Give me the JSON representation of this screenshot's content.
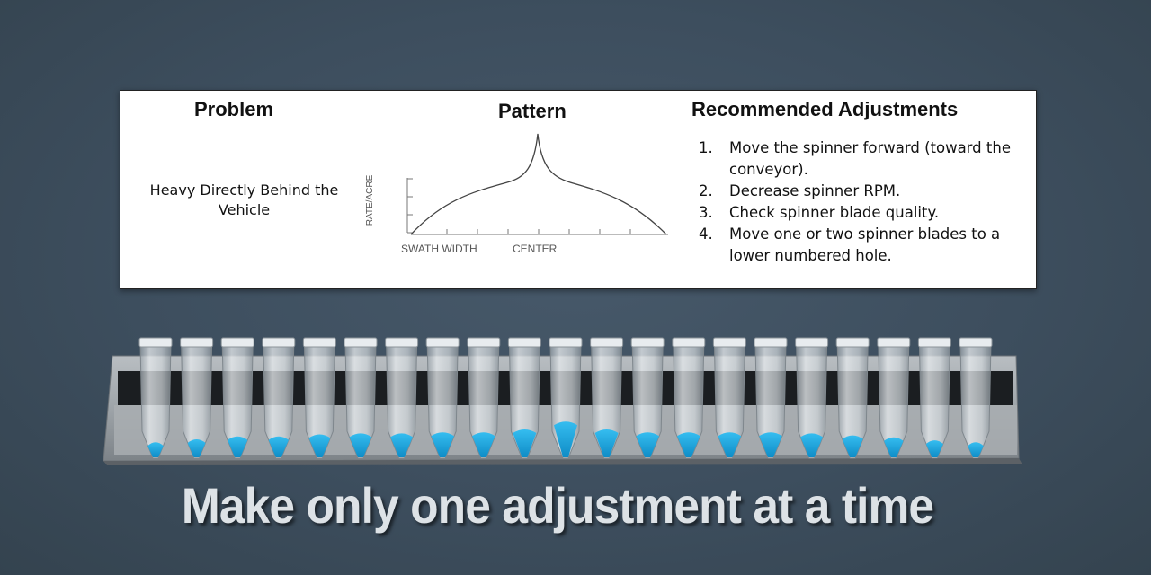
{
  "table": {
    "headers": {
      "problem": "Problem",
      "pattern": "Pattern",
      "adjustments": "Recommended Adjustments"
    },
    "problem": "Heavy Directly Behind the Vehicle",
    "pattern": {
      "y_axis_label": "RATE/ACRE",
      "x_labels": [
        "SWATH WIDTH",
        "CENTER"
      ]
    },
    "adjustments": [
      {
        "num": "1.",
        "text": "Move the spinner forward (toward the conveyor)."
      },
      {
        "num": "2.",
        "text": "Decrease spinner RPM."
      },
      {
        "num": "3.",
        "text": "Check spinner blade quality."
      },
      {
        "num": "4.",
        "text": "Move one or two spinner blades to a lower numbered hole."
      }
    ]
  },
  "collection_tubes": {
    "count": 21,
    "fill_levels": [
      0.35,
      0.5,
      0.65,
      0.65,
      0.75,
      0.8,
      0.8,
      0.85,
      0.85,
      1.0,
      1.4,
      1.0,
      0.85,
      0.85,
      0.85,
      0.85,
      0.8,
      0.7,
      0.6,
      0.45,
      0.35
    ],
    "granule_color": "#1aa7e0"
  },
  "tagline": "Make only one adjustment at a time"
}
